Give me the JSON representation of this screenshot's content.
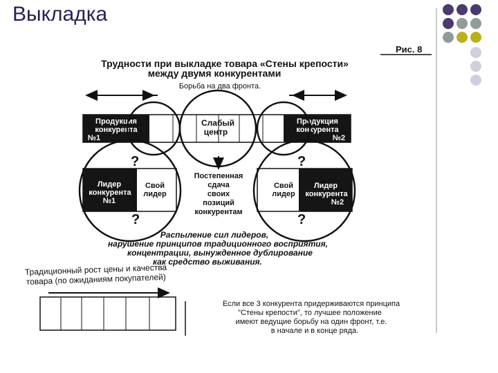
{
  "slide": {
    "title": "Выкладка",
    "fig_label": "Рис. 8",
    "heading_line1": "Трудности при выкладке товара «Стены крепости»",
    "heading_line2": "между двумя конкурентами",
    "fight_label": "Борьба на два фронта.",
    "comp1_line1": "Продукция",
    "comp1_line2": "конкурента",
    "comp1_line3": "№1",
    "weak_line1": "Слабый",
    "weak_line2": "центр",
    "comp2_line1": "Продукция",
    "comp2_line2": "конкурента",
    "comp2_line3": "№2",
    "question_mark": "?",
    "leader1_line1": "Лидер",
    "leader1_line2": "конкурента",
    "leader1_line3": "№1",
    "own_line1": "Свой",
    "own_line2": "лидер",
    "leader2_line1": "Лидер",
    "leader2_line2": "конкурента",
    "leader2_line3": "№2",
    "center_line1": "Постепенная",
    "center_line2": "сдача",
    "center_line3": "своих",
    "center_line4": "позиций",
    "center_line5": "конкурентам",
    "scatter_line1": "Распыление сил лидеров,",
    "scatter_line2": "нарушение принципов традиционного восприятия,",
    "scatter_line3": "концентрации, вынужденное дублирование",
    "scatter_line4": "как средство выживания.",
    "trad_line1": "Традиционный рост цены и качества",
    "trad_line2": "товара (по ожиданиям покупателей)",
    "note_line1": "Если все 3 конкурента придерживаются принципа",
    "note_line2": "\"Стены крепости\", то лучшее положение",
    "note_line3": "имеют ведущие борьбу на один фронт, т.е.",
    "note_line4": "в начале и в конце ряда."
  },
  "colors": {
    "title": "#2d1e55",
    "dot_purple": "#4b3a6e",
    "dot_olive": "#b7b21e",
    "dot_gray": "#8f9c9a",
    "dot_light": "#cfd0dc"
  }
}
